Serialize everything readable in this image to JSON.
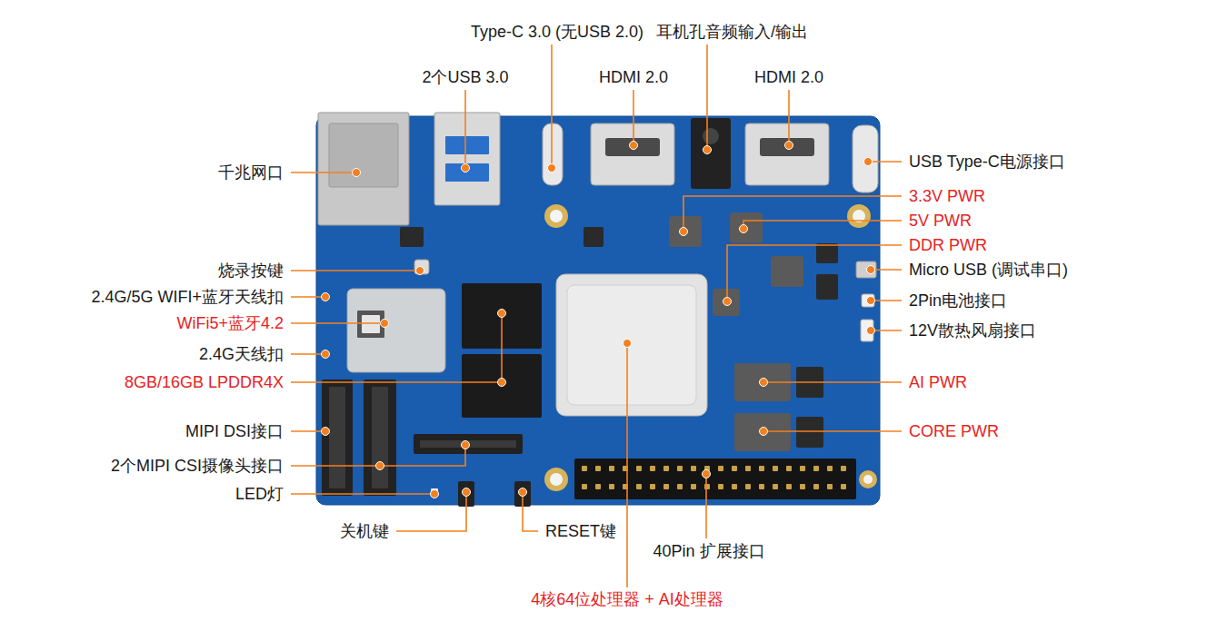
{
  "diagram": {
    "labels": [
      "Type-C 3.0 (无USB 2.0)",
      "耳机孔音频输入/输出",
      "2个USB 3.0",
      "HDMI 2.0",
      "HDMI 2.0",
      "USB Type-C电源接口",
      "3.3V PWR",
      "5V PWR",
      "DDR PWR",
      "Micro USB (调试串口)",
      "2Pin电池接口",
      "12V散热风扇接口",
      "AI PWR",
      "CORE PWR",
      "千兆网口",
      "烧录按键",
      "2.4G/5G WIFI+蓝牙天线扣",
      "WiFi5+蓝牙4.2",
      "2.4G天线扣",
      "8GB/16GB LPDDR4X",
      "MIPI DSI接口",
      "2个MIPI CSI摄像头接口",
      "LED灯",
      "关机键",
      "RESET键",
      "40Pin 扩展接口",
      "4核64位处理器 + AI处理器"
    ]
  }
}
